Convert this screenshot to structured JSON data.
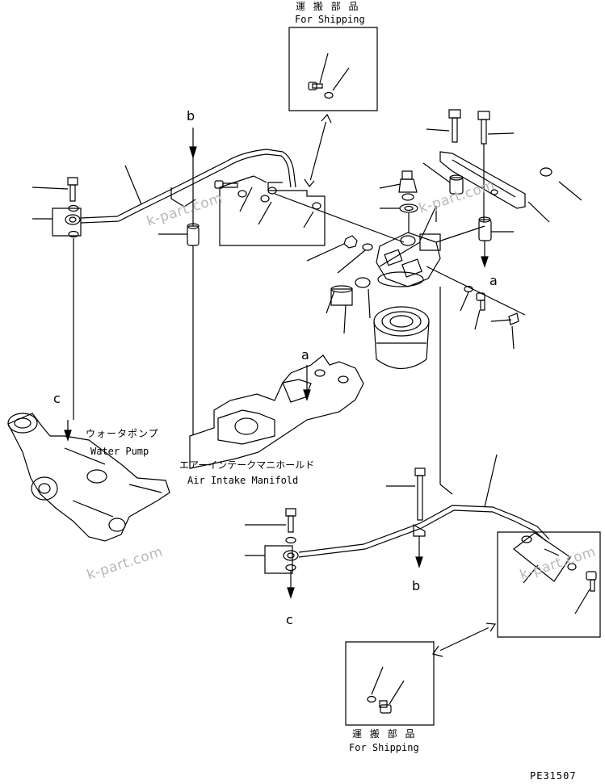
{
  "shipping": {
    "jp": "運 搬 部 品",
    "en": "For Shipping"
  },
  "parts": {
    "water_pump_jp": "ウォータポンプ",
    "water_pump_en": "Water Pump",
    "manifold_jp": "エアーインテークマニホールド",
    "manifold_en": "Air Intake Manifold"
  },
  "markers": {
    "a": "a",
    "b": "b",
    "c": "c"
  },
  "watermark": "k-part.com",
  "drawing_number": "PE31507"
}
